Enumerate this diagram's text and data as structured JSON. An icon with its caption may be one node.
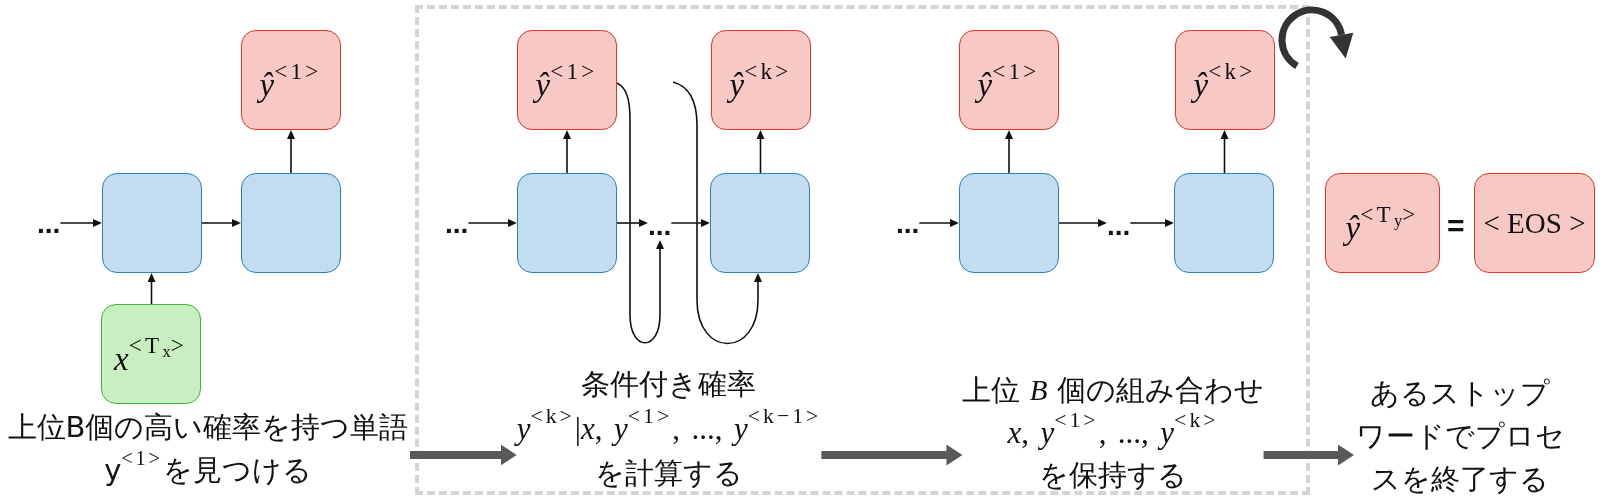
{
  "diagram": {
    "nodes": [
      {
        "text": [
          "..."
        ]
      },
      {
        "text": [],
        "shape": "box"
      },
      {
        "text": [],
        "shape": "box"
      },
      {
        "text": [
          "*ŷ*$^{<1>}$"
        ]
      },
      {
        "text": [
          "*x*$^{<T}$$_{x}$$^{>}$"
        ]
      },
      {
        "text": [
          "上位B個の高い確率を持つ単語y$^{<1>}$を見つける"
        ]
      },
      {
        "text": [],
        "shape": "box"
      },
      {
        "text": [
          "..."
        ],
        "in": 6
      },
      {
        "text": [],
        "shape": "box",
        "in": 6
      },
      {
        "text": [
          "..."
        ],
        "in": 6
      },
      {
        "text": [],
        "shape": "box",
        "in": 6
      },
      {
        "text": [
          "*ŷ*$^{<1>}$"
        ],
        "in": 6
      },
      {
        "text": [
          "*ŷ*$^{<k>}$"
        ],
        "in": 6
      },
      {
        "text": [
          "条件付き確率",
          "*y*$^{<k>}$|*x*, *y*$^{<1>}$, ..., *y*$^{<k−1>}$",
          "を計算する"
        ],
        "in": 6
      },
      {
        "text": [
          "..."
        ],
        "in": 6
      },
      {
        "text": [],
        "shape": "box",
        "in": 6
      },
      {
        "text": [
          "..."
        ],
        "in": 6
      },
      {
        "text": [],
        "shape": "box",
        "in": 6
      },
      {
        "text": [
          "*ŷ*$^{<1>}$"
        ],
        "in": 6
      },
      {
        "text": [
          "*ŷ*$^{<k>}$"
        ],
        "in": 6
      },
      {
        "text": [
          "上位 *B* 個の組み合わせ",
          "*x*, *y*$^{<1>}$, ..., *y*$^{<k>}$",
          "を保持する"
        ],
        "in": 6
      },
      {
        "text": [
          "*ŷ*$^{<T}$$_{y}$$^{>}$"
        ]
      },
      {
        "text": [
          "< EOS >"
        ]
      },
      {
        "text": [
          "あるストップワードでプロセスを終了する"
        ]
      }
    ],
    "edges": [
      {
        "from": 0,
        "to": 1,
        "arrow": "to"
      },
      {
        "from": 1,
        "to": 2,
        "arrow": "to"
      },
      {
        "from": 4,
        "to": 1,
        "arrow": "to"
      },
      {
        "from": 2,
        "to": 3,
        "arrow": "to"
      },
      {
        "from": 7,
        "to": 8,
        "arrow": "to"
      },
      {
        "from": 8,
        "to": 9,
        "arrow": "to"
      },
      {
        "from": 9,
        "to": 10,
        "arrow": "to"
      },
      {
        "from": 8,
        "to": 11,
        "arrow": "to"
      },
      {
        "from": 10,
        "to": 12,
        "arrow": "to"
      },
      {
        "from": 11,
        "to": 9,
        "arrow": "to"
      },
      {
        "from": null,
        "to": 10,
        "arrow": "to"
      },
      {
        "from": 14,
        "to": 15,
        "arrow": "to"
      },
      {
        "from": 15,
        "to": 16,
        "arrow": "to"
      },
      {
        "from": 16,
        "to": 17,
        "arrow": "to"
      },
      {
        "from": 15,
        "to": 18,
        "arrow": "to"
      },
      {
        "from": 17,
        "to": 19,
        "arrow": "to"
      },
      {
        "from": 5,
        "to": 13,
        "arrow": "to",
        "style": "thick",
        "color": "#595959"
      },
      {
        "from": 13,
        "to": 20,
        "arrow": "to",
        "style": "thick",
        "color": "#595959"
      },
      {
        "from": 20,
        "to": 23,
        "arrow": "to",
        "style": "thick",
        "color": "#595959"
      }
    ],
    "labels": [
      "="
    ]
  }
}
